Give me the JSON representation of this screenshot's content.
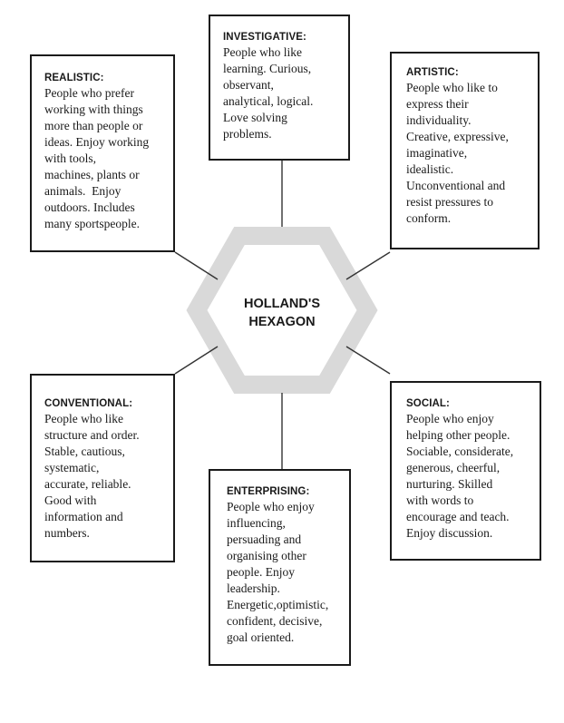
{
  "center": {
    "line1": "HOLLAND'S",
    "line2": "HEXAGON"
  },
  "types": {
    "investigative": {
      "title": "INVESTIGATIVE:",
      "lines": [
        "People who like",
        "learning. Curious,",
        "observant,",
        "analytical, logical.",
        "Love solving",
        "problems."
      ]
    },
    "realistic": {
      "title": "REALISTIC:",
      "lines": [
        "People who prefer",
        "working with things",
        "more than people or",
        "ideas. Enjoy working",
        "with tools,",
        "machines, plants or",
        "animals.  Enjoy",
        "outdoors. Includes",
        "many sportspeople."
      ]
    },
    "artistic": {
      "title": "ARTISTIC:",
      "lines": [
        "People who like to",
        "express their",
        "individuality.",
        "Creative, expressive,",
        "imaginative,",
        "idealistic.",
        "Unconventional and",
        "resist pressures to",
        "conform."
      ]
    },
    "conventional": {
      "title": "CONVENTIONAL:",
      "lines": [
        "People who like",
        "structure and order.",
        "Stable, cautious,",
        "systematic,",
        "accurate, reliable.",
        "Good with",
        "information and",
        "numbers."
      ]
    },
    "social": {
      "title": "SOCIAL:",
      "lines": [
        "People who enjoy",
        "helping other people.",
        "Sociable, considerate,",
        "generous, cheerful,",
        "nurturing. Skilled",
        "with words to",
        "encourage and teach.",
        "Enjoy discussion."
      ]
    },
    "enterprising": {
      "title": "ENTERPRISING:",
      "lines": [
        "People who enjoy",
        "influencing,",
        "persuading and",
        "organising other",
        "people. Enjoy",
        "leadership.",
        "Energetic,optimistic,",
        "confident, decisive,",
        "goal oriented."
      ]
    }
  },
  "colors": {
    "hexagon": "#d9d9d9",
    "border": "#1a1a1a",
    "connector": "#333333"
  }
}
